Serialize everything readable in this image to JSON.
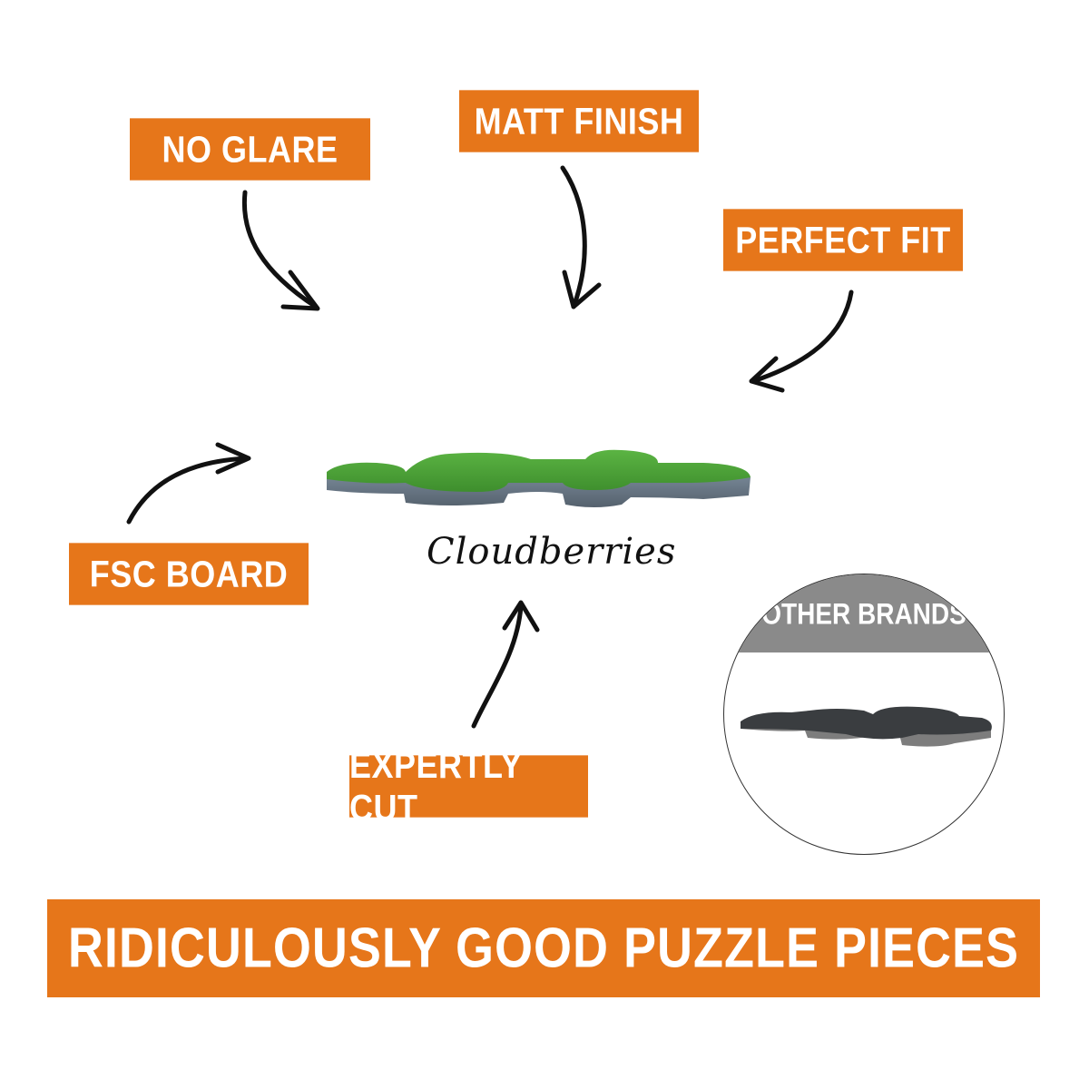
{
  "features": {
    "no_glare": "NO GLARE",
    "matt_finish": "MATT FINISH",
    "perfect_fit": "PERFECT FIT",
    "fsc_board": "FSC BOARD",
    "expertly_cut": "EXPERTLY CUT"
  },
  "brand": "Cloudberries",
  "comparison": {
    "label": "OTHER BRANDS"
  },
  "banner": "RIDICULOUSLY GOOD PUZZLE PIECES",
  "colors": {
    "accent": "#e6761a",
    "piece_top": "#4fa83a",
    "piece_edge": "#6b7b8c",
    "other_piece": "#3a3d40",
    "comparison_band": "#8a8a8a"
  }
}
